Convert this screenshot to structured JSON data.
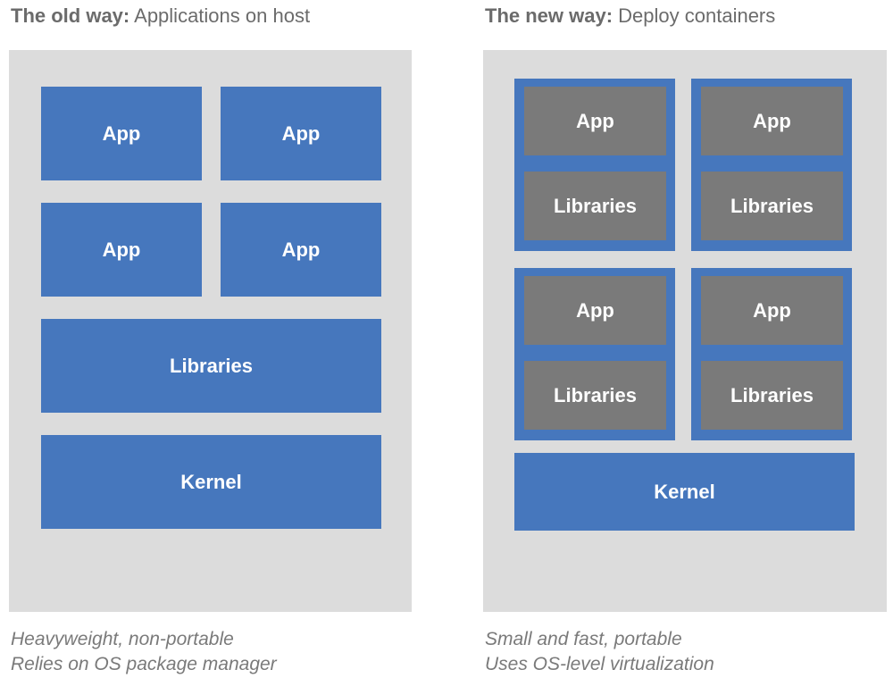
{
  "old_way": {
    "heading_bold": "The old way:",
    "heading_rest": " Applications on host",
    "app_label": "App",
    "libraries_label": "Libraries",
    "kernel_label": "Kernel",
    "caption_line1": "Heavyweight, non-portable",
    "caption_line2": "Relies on OS package manager"
  },
  "new_way": {
    "heading_bold": "The new way:",
    "heading_rest": " Deploy containers",
    "app_label": "App",
    "libraries_label": "Libraries",
    "kernel_label": "Kernel",
    "caption_line1": "Small and fast, portable",
    "caption_line2": "Uses OS-level virtualization"
  },
  "colors": {
    "panel": "#dcdcdc",
    "blue": "#4677bd",
    "gray": "#7a7a7a",
    "heading": "#6b6b6b"
  }
}
